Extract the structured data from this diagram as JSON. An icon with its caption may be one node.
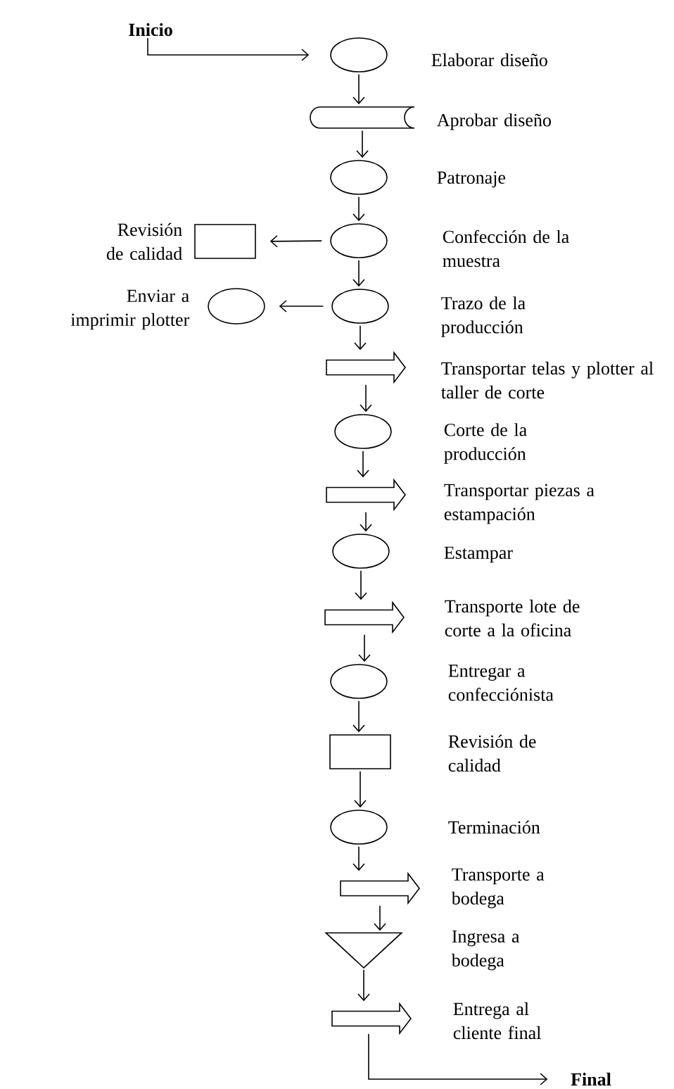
{
  "diagram": {
    "nodes": [
      {
        "text": [
          "Inicio"
        ]
      },
      {
        "text": [],
        "shape": "ellipse",
        "beside": [
          "Elaborar diseño"
        ]
      },
      {
        "text": [],
        "shape": "cylinder",
        "beside": [
          "Aprobar diseño"
        ]
      },
      {
        "text": [],
        "shape": "ellipse",
        "beside": [
          "Patronaje"
        ]
      },
      {
        "text": [],
        "shape": "ellipse",
        "beside": [
          "Confección de la muestra"
        ]
      },
      {
        "text": [],
        "shape": "box",
        "beside": [
          "Revisión de calidad"
        ]
      },
      {
        "text": [],
        "shape": "ellipse",
        "beside": [
          "Trazo de la producción"
        ]
      },
      {
        "text": [],
        "shape": "ellipse",
        "beside": [
          "Enviar a imprimir plotter"
        ]
      },
      {
        "text": [],
        "shape": "arrow",
        "beside": [
          "Transportar telas y plotter al taller de corte"
        ]
      },
      {
        "text": [],
        "shape": "ellipse",
        "beside": [
          "Corte de la producción"
        ]
      },
      {
        "text": [],
        "shape": "arrow",
        "beside": [
          "Transportar piezas a estampación"
        ]
      },
      {
        "text": [],
        "shape": "ellipse",
        "beside": [
          "Estampar"
        ]
      },
      {
        "text": [],
        "shape": "arrow",
        "beside": [
          "Transporte lote de corte a la oficina"
        ]
      },
      {
        "text": [],
        "shape": "ellipse",
        "beside": [
          "Entregar a confecciónista"
        ]
      },
      {
        "text": [],
        "shape": "box",
        "beside": [
          "Revisión de calidad"
        ]
      },
      {
        "text": [],
        "shape": "ellipse",
        "beside": [
          "Terminación"
        ]
      },
      {
        "text": [],
        "shape": "arrow",
        "beside": [
          "Transporte a bodega"
        ]
      },
      {
        "text": [],
        "shape": "triangle",
        "beside": [
          "Ingresa a bodega"
        ]
      },
      {
        "text": [],
        "shape": "arrow",
        "beside": [
          "Entrega al cliente final"
        ]
      },
      {
        "text": [
          "Final"
        ]
      }
    ],
    "edges": [
      {
        "from": 0,
        "to": 1,
        "arrow": "to"
      },
      {
        "from": 1,
        "to": 2,
        "arrow": "to"
      },
      {
        "from": 2,
        "to": 3,
        "arrow": "to"
      },
      {
        "from": 3,
        "to": 4,
        "arrow": "to"
      },
      {
        "from": 4,
        "to": 5,
        "arrow": "to"
      },
      {
        "from": 4,
        "to": 6,
        "arrow": "to"
      },
      {
        "from": 6,
        "to": 7,
        "arrow": "to"
      },
      {
        "from": 6,
        "to": 8,
        "arrow": "to"
      },
      {
        "from": 8,
        "to": 9,
        "arrow": "to"
      },
      {
        "from": 9,
        "to": 10,
        "arrow": "to"
      },
      {
        "from": 10,
        "to": 11,
        "arrow": "to"
      },
      {
        "from": 11,
        "to": 12,
        "arrow": "to"
      },
      {
        "from": 12,
        "to": 13,
        "arrow": "to"
      },
      {
        "from": 13,
        "to": 14,
        "arrow": "to"
      },
      {
        "from": 14,
        "to": 15,
        "arrow": "to"
      },
      {
        "from": 15,
        "to": 16,
        "arrow": "to"
      },
      {
        "from": 16,
        "to": 17,
        "arrow": "to"
      },
      {
        "from": 17,
        "to": 18,
        "arrow": "to"
      },
      {
        "from": 18,
        "to": 19,
        "arrow": "to"
      }
    ]
  }
}
